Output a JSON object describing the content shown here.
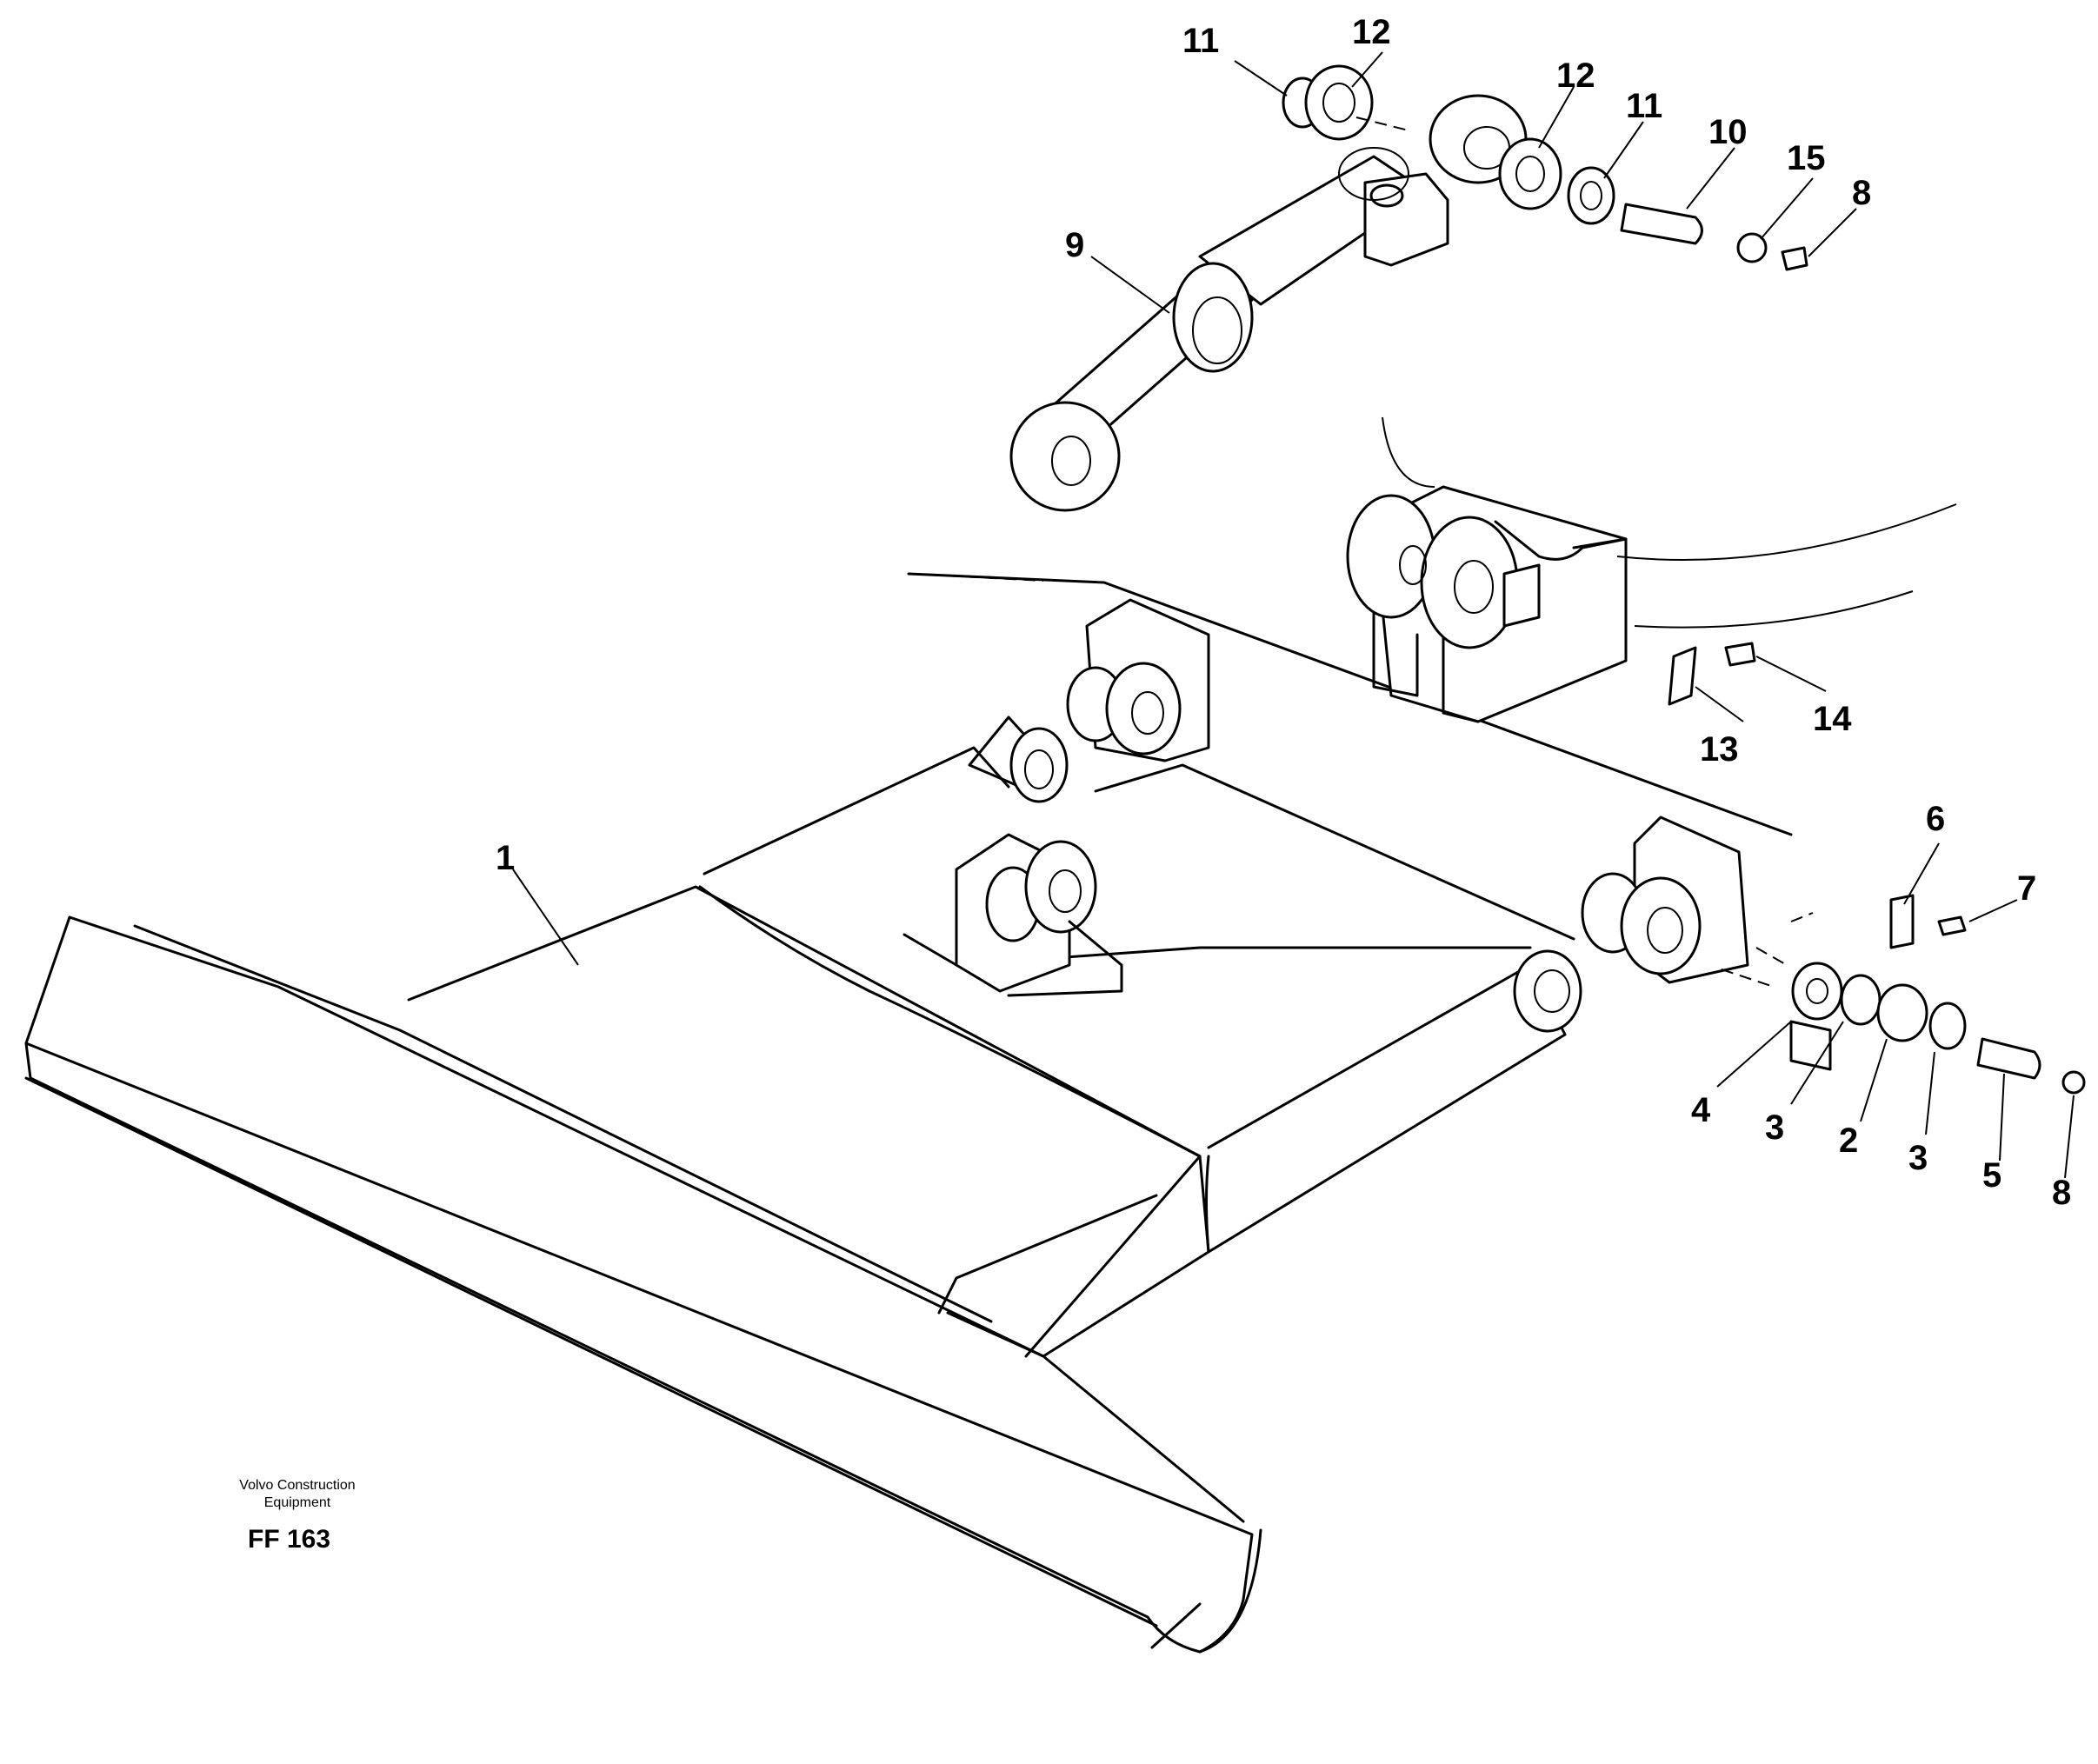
{
  "diagram": {
    "callouts": {
      "c1": "1",
      "c2": "2",
      "c3a": "3",
      "c3b": "3",
      "c4": "4",
      "c5": "5",
      "c6": "6",
      "c7": "7",
      "c8a": "8",
      "c8b": "8",
      "c9": "9",
      "c10": "10",
      "c11a": "11",
      "c11b": "11",
      "c12a": "12",
      "c12b": "12",
      "c13": "13",
      "c14": "14",
      "c15": "15"
    },
    "credit_line1": "Volvo Construction",
    "credit_line2": "Equipment",
    "figure_code": "FF 163"
  }
}
